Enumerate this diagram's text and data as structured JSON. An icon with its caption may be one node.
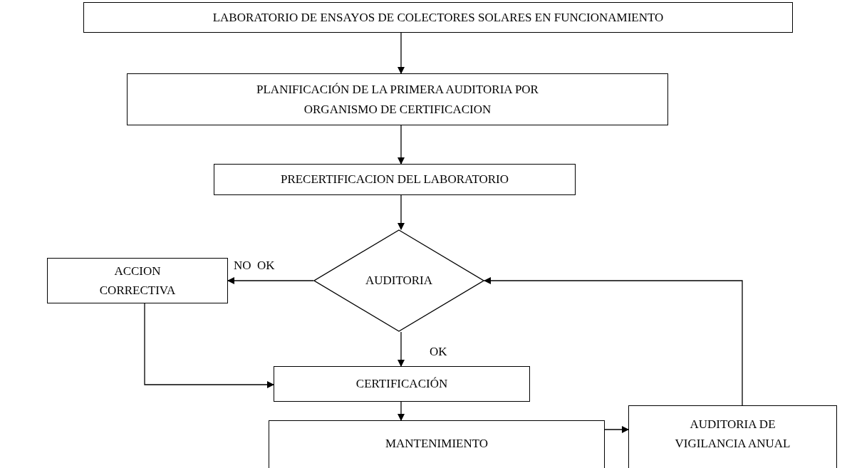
{
  "diagram": {
    "nodes": [
      {
        "text": [
          "LABORATORIO DE ENSAYOS DE COLECTORES SOLARES EN FUNCIONAMIENTO"
        ]
      },
      {
        "text": [
          "PLANIFICACIÓN DE LA PRIMERA AUDITORIA POR ORGANISMO DE CERTIFICACION"
        ]
      },
      {
        "text": [
          "PRECERTIFICACION DEL LABORATORIO"
        ]
      },
      {
        "text": [
          "AUDITORIA"
        ]
      },
      {
        "text": [
          "ACCION CORRECTIVA"
        ]
      },
      {
        "text": [
          "CERTIFICACIÓN"
        ]
      },
      {
        "text": [
          "MANTENIMIENTO"
        ]
      },
      {
        "text": [
          "AUDITORIA DE VIGILANCIA ANUAL"
        ]
      }
    ],
    "edges": [
      {
        "from": 0,
        "to": 1,
        "arrow": "to"
      },
      {
        "from": 1,
        "to": 2,
        "arrow": "to"
      },
      {
        "from": 2,
        "to": 3,
        "arrow": "to"
      },
      {
        "from": 3,
        "to": 4,
        "arrow": "to",
        "label": "NO  OK"
      },
      {
        "from": 3,
        "to": 5,
        "arrow": "to",
        "label": "OK"
      },
      {
        "from": 4,
        "to": 5,
        "arrow": "to"
      },
      {
        "from": 5,
        "to": 6,
        "arrow": "to"
      },
      {
        "from": 6,
        "to": 7,
        "arrow": "to"
      },
      {
        "from": 7,
        "to": 3,
        "arrow": "to"
      }
    ]
  }
}
